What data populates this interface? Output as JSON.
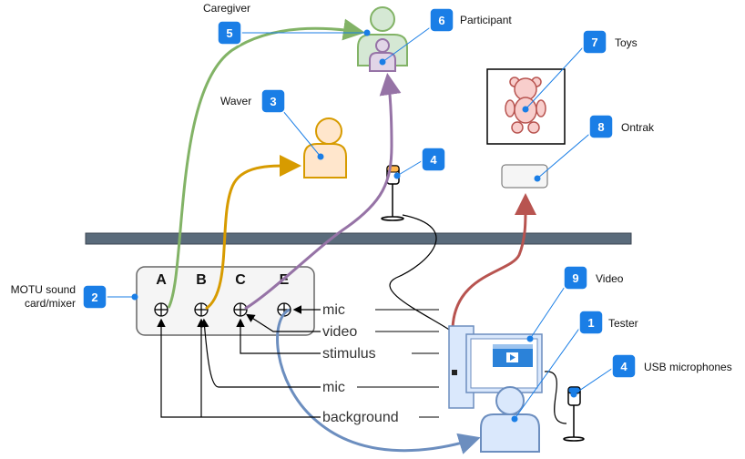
{
  "callouts": {
    "caregiver": {
      "num": "5",
      "label": "Caregiver"
    },
    "participant": {
      "num": "6",
      "label": "Participant"
    },
    "toys": {
      "num": "7",
      "label": "Toys"
    },
    "waver": {
      "num": "3",
      "label": "Waver"
    },
    "mic_stand": {
      "num": "4",
      "label": ""
    },
    "ontrak": {
      "num": "8",
      "label": "Ontrak"
    },
    "motu": {
      "num": "2",
      "label_line1": "MOTU sound",
      "label_line2": "card/mixer"
    },
    "video": {
      "num": "9",
      "label": "Video"
    },
    "tester": {
      "num": "1",
      "label": "Tester"
    },
    "usb_mic": {
      "num": "4",
      "label": "USB microphones"
    }
  },
  "mixer": {
    "ports": [
      "A",
      "B",
      "C",
      "E"
    ]
  },
  "signals": [
    "mic",
    "video",
    "stimulus",
    "mic",
    "background"
  ],
  "colors": {
    "badge": "#1a7ee6",
    "caregiver": "#82b366",
    "participant": "#9673a6",
    "waver": "#d79b00",
    "tester": "#6c8ebf",
    "toys": "#b85450",
    "wall": "#5a6b7b"
  }
}
